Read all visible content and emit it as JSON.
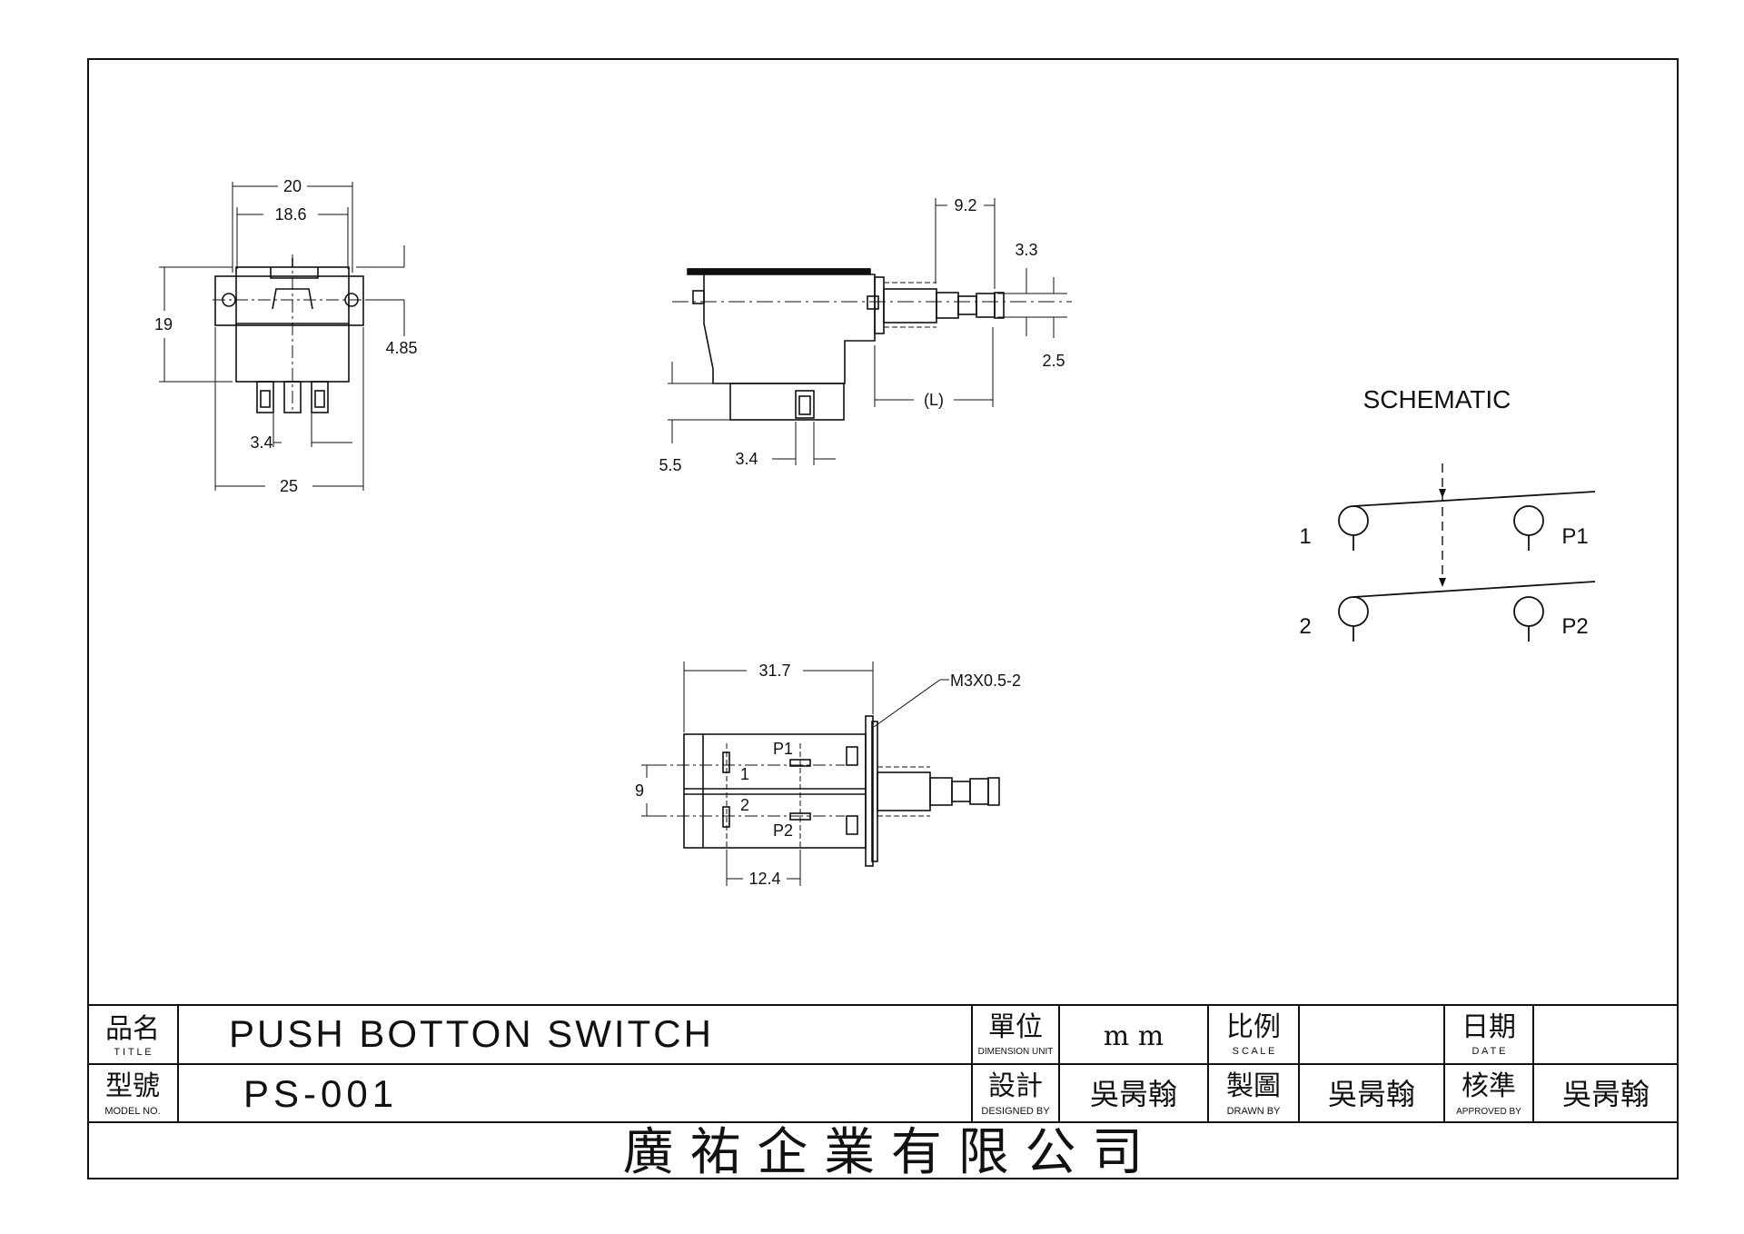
{
  "drawing": {
    "front_view": {
      "dims": {
        "w20": "20",
        "w18_6": "18.6",
        "h19": "19",
        "h4_85": "4.85",
        "w3_4": "3.4",
        "w25": "25"
      }
    },
    "side_view": {
      "dims": {
        "d9_2": "9.2",
        "d3_3": "3.3",
        "d2_5": "2.5",
        "dL": "(L)",
        "d5_5": "5.5",
        "d3_4": "3.4"
      }
    },
    "bottom_view": {
      "dims": {
        "d31_7": "31.7",
        "thread": "M3X0.5-2",
        "d9": "9",
        "d12_4": "12.4"
      },
      "labels": {
        "p1": "P1",
        "p2": "P2",
        "n1": "1",
        "n2": "2"
      }
    },
    "schematic": {
      "title": "SCHEMATIC",
      "terminals": {
        "t1": "1",
        "t2": "2",
        "p1": "P1",
        "p2": "P2"
      }
    }
  },
  "title_block": {
    "title_cn": "品名",
    "title_en": "T I T L E",
    "title_value": "PUSH BOTTON SWITCH",
    "unit_cn": "單位",
    "unit_en": "DIMENSION UNIT",
    "unit_value": "m m",
    "scale_cn": "比例",
    "scale_en": "S C A L E",
    "scale_value": "",
    "date_cn": "日期",
    "date_en": "D A T E",
    "date_value": "",
    "model_cn": "型號",
    "model_en": "MODEL NO.",
    "model_value": "PS-001",
    "designed_cn": "設計",
    "designed_en": "DESIGNED BY",
    "designed_value": "吳昺翰",
    "drawn_cn": "製圖",
    "drawn_en": "DRAWN BY",
    "drawn_value": "吳昺翰",
    "approved_cn": "核準",
    "approved_en": "APPROVED BY",
    "approved_value": "吳昺翰",
    "company": "廣 祐 企 業 有 限 公 司"
  },
  "colors": {
    "ink": "#111111",
    "paper": "#ffffff"
  }
}
